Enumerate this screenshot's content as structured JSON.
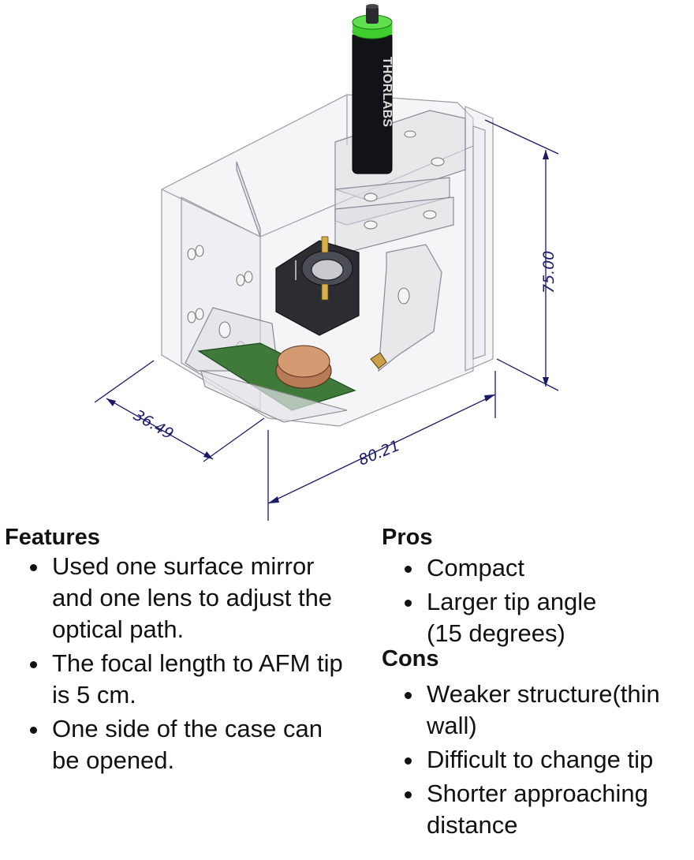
{
  "figure": {
    "dimensions": {
      "depth": "36.49",
      "width": "80.21",
      "height": "75.00"
    },
    "actuator_brand": "THORLABS"
  },
  "features": {
    "title": "Features",
    "items": [
      "Used one surface mirror and one lens to adjust the optical path.",
      "The focal length to AFM tip is 5 cm.",
      "One side of the case can be opened."
    ]
  },
  "pros": {
    "title": "Pros",
    "items": [
      "Compact",
      "Larger tip angle (15 degrees)"
    ]
  },
  "cons": {
    "title": "Cons",
    "items": [
      "Weaker structure(thin wall)",
      "Difficult to change tip",
      "Shorter approaching distance"
    ]
  },
  "colors": {
    "dimension_lines": "#1a1a6a",
    "actuator_ring": "#3ecf2e",
    "pcb": "#3f7a3a"
  }
}
